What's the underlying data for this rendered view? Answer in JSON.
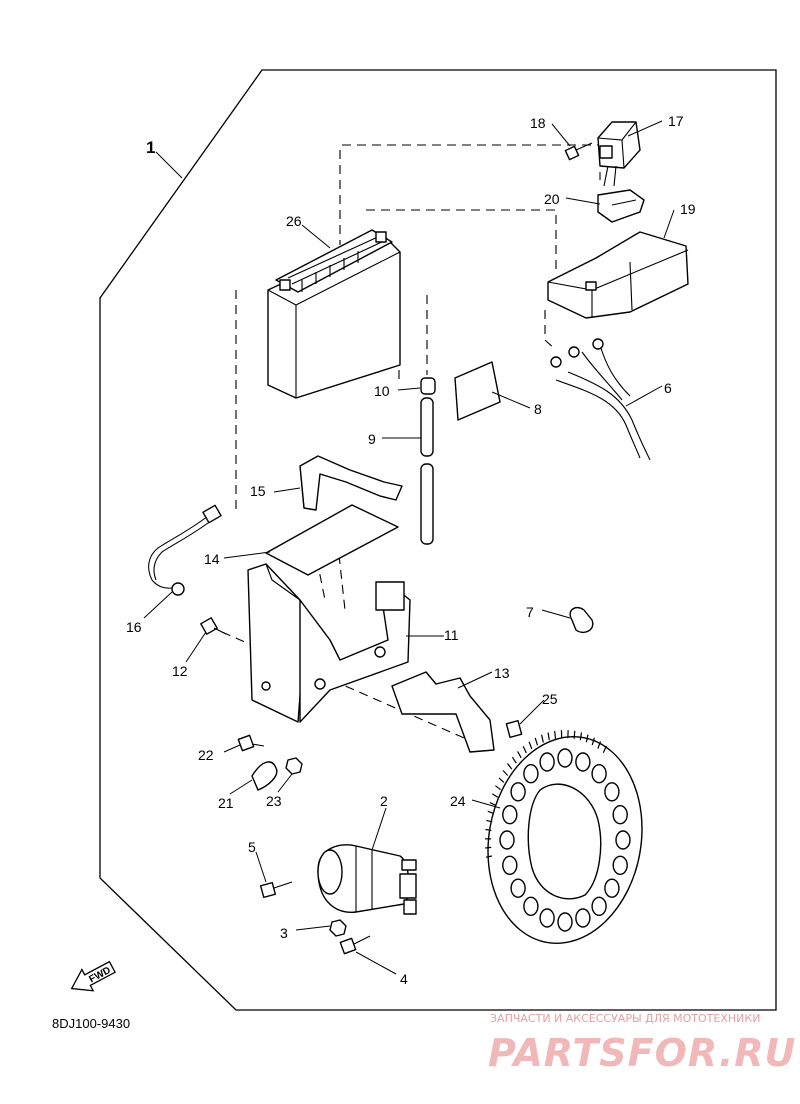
{
  "diagram": {
    "group_label": "1",
    "code": "8DJ100-9430",
    "fwd_label": "FWD",
    "callouts": [
      {
        "id": "2",
        "part": "starter-motor"
      },
      {
        "id": "3",
        "part": "nut"
      },
      {
        "id": "4",
        "part": "bolt"
      },
      {
        "id": "5",
        "part": "bolt"
      },
      {
        "id": "6",
        "part": "wire-harness"
      },
      {
        "id": "7",
        "part": "clamp"
      },
      {
        "id": "8",
        "part": "pad"
      },
      {
        "id": "9",
        "part": "breather-hose"
      },
      {
        "id": "10",
        "part": "hose-fitting"
      },
      {
        "id": "11",
        "part": "battery-bracket"
      },
      {
        "id": "12",
        "part": "bolt"
      },
      {
        "id": "13",
        "part": "plate"
      },
      {
        "id": "14",
        "part": "pad"
      },
      {
        "id": "15",
        "part": "battery-band"
      },
      {
        "id": "16",
        "part": "ground-lead"
      },
      {
        "id": "17",
        "part": "starter-relay"
      },
      {
        "id": "18",
        "part": "screw"
      },
      {
        "id": "19",
        "part": "relay-cover"
      },
      {
        "id": "20",
        "part": "relay-bracket"
      },
      {
        "id": "21",
        "part": "clip"
      },
      {
        "id": "22",
        "part": "bolt"
      },
      {
        "id": "23",
        "part": "nut"
      },
      {
        "id": "24",
        "part": "starter-ring-disc"
      },
      {
        "id": "25",
        "part": "bolt"
      },
      {
        "id": "26",
        "part": "battery"
      }
    ]
  },
  "watermark": {
    "line1": "ЗАПЧАСТИ И АКСЕССУАРЫ ДЛЯ МОТОТЕХНИКИ",
    "line2": "PARTSFOR.RU"
  }
}
